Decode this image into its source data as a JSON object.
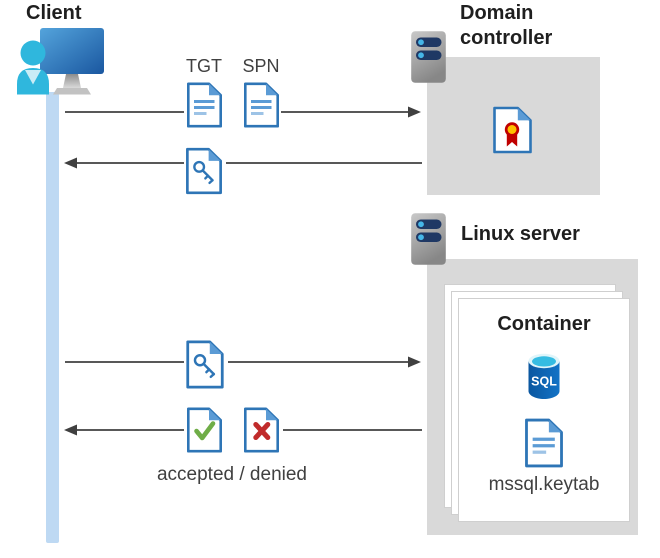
{
  "labels": {
    "client": "Client",
    "domain_controller_line1": "Domain",
    "domain_controller_line2": "controller",
    "tgt": "TGT",
    "spn": "SPN",
    "linux_server": "Linux server",
    "container": "Container",
    "sql": "SQL",
    "keytab_file": "mssql.keytab",
    "accepted_denied": "accepted / denied"
  },
  "nodes": [
    {
      "id": "client",
      "label": "Client",
      "icon": "user-workstation-icon"
    },
    {
      "id": "domain-controller",
      "label": "Domain controller",
      "icon": "server-icon",
      "content_icon": "certificate-document-icon"
    },
    {
      "id": "linux-server",
      "label": "Linux server",
      "icon": "server-icon"
    },
    {
      "id": "container",
      "label": "Container",
      "parent": "linux-server",
      "icons": [
        "sql-database-icon",
        "keytab-document-icon"
      ],
      "file_label": "mssql.keytab"
    }
  ],
  "messages": [
    {
      "from": "client",
      "to": "domain-controller",
      "direction": "right",
      "labels": [
        "TGT",
        "SPN"
      ],
      "icons": [
        "text-document-icon",
        "text-document-icon"
      ]
    },
    {
      "from": "domain-controller",
      "to": "client",
      "direction": "left",
      "icons": [
        "key-ticket-document-icon"
      ]
    },
    {
      "from": "client",
      "to": "container",
      "direction": "right",
      "icons": [
        "key-ticket-document-icon"
      ]
    },
    {
      "from": "container",
      "to": "client",
      "direction": "left",
      "icons": [
        "accepted-document-icon",
        "denied-document-icon"
      ],
      "caption": "accepted / denied"
    }
  ],
  "colors": {
    "doc_border": "#2E75B6",
    "doc_fold": "#5B9BD5",
    "doc_line": "#5B9BD5",
    "doc_line_light": "#9DC3E6",
    "check_green": "#6FAD47",
    "deny_red": "#C02B2B",
    "ribbon_red": "#C00000",
    "ribbon_yellow": "#FFC000",
    "lifeline_blue": "#BED9F3",
    "arrow_gray": "#404040",
    "box_gray": "#D9D9D9",
    "server_bar_navy": "#1F3864",
    "server_dot_blue": "#45B6E8",
    "person_cyan": "#2FB7DD",
    "monitor_blue": "#1D5FA9",
    "sql_body_blue": "#1062B0",
    "sql_top_cyan": "#35BCE2",
    "label_dark": "#1F1F1F",
    "label_gray": "#404040"
  }
}
